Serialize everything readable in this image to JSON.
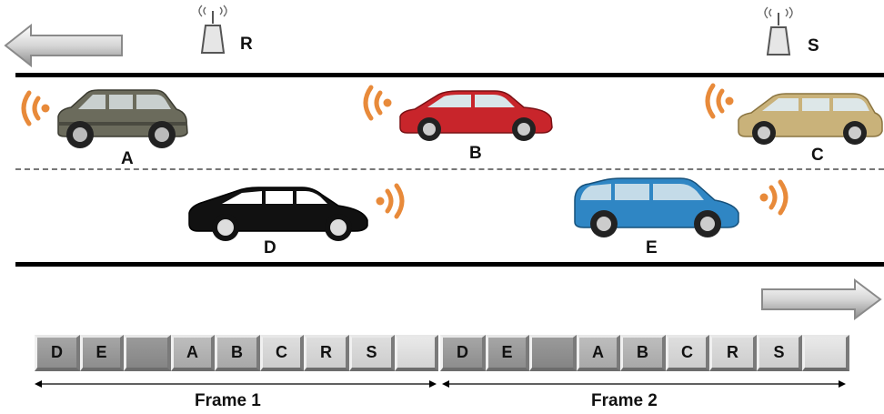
{
  "stations": [
    {
      "id": "R",
      "label": "R"
    },
    {
      "id": "S",
      "label": "S"
    }
  ],
  "vehicles": [
    {
      "id": "A",
      "label": "A",
      "color": "#6b6b5c",
      "lane": "top"
    },
    {
      "id": "B",
      "label": "B",
      "color": "#c8252b",
      "lane": "top"
    },
    {
      "id": "C",
      "label": "C",
      "color": "#c9b27a",
      "lane": "top"
    },
    {
      "id": "D",
      "label": "D",
      "color": "#111111",
      "lane": "bottom"
    },
    {
      "id": "E",
      "label": "E",
      "color": "#2f86c4",
      "lane": "bottom"
    }
  ],
  "signal_color": "#e88a3a",
  "frames": [
    {
      "label": "Frame 1",
      "slots": [
        {
          "label": "D",
          "shade": "dark"
        },
        {
          "label": "E",
          "shade": "dark"
        },
        {
          "label": "",
          "shade": "empty-dark"
        },
        {
          "label": "A",
          "shade": "mid"
        },
        {
          "label": "B",
          "shade": "mid"
        },
        {
          "label": "C",
          "shade": "light"
        },
        {
          "label": "R",
          "shade": "light"
        },
        {
          "label": "S",
          "shade": "light"
        },
        {
          "label": "",
          "shade": "empty-light"
        }
      ]
    },
    {
      "label": "Frame 2",
      "slots": [
        {
          "label": "D",
          "shade": "dark"
        },
        {
          "label": "E",
          "shade": "dark"
        },
        {
          "label": "",
          "shade": "empty-dark"
        },
        {
          "label": "A",
          "shade": "mid"
        },
        {
          "label": "B",
          "shade": "mid"
        },
        {
          "label": "C",
          "shade": "light"
        },
        {
          "label": "R",
          "shade": "light"
        },
        {
          "label": "S",
          "shade": "light"
        },
        {
          "label": "",
          "shade": "empty-light"
        }
      ]
    }
  ]
}
